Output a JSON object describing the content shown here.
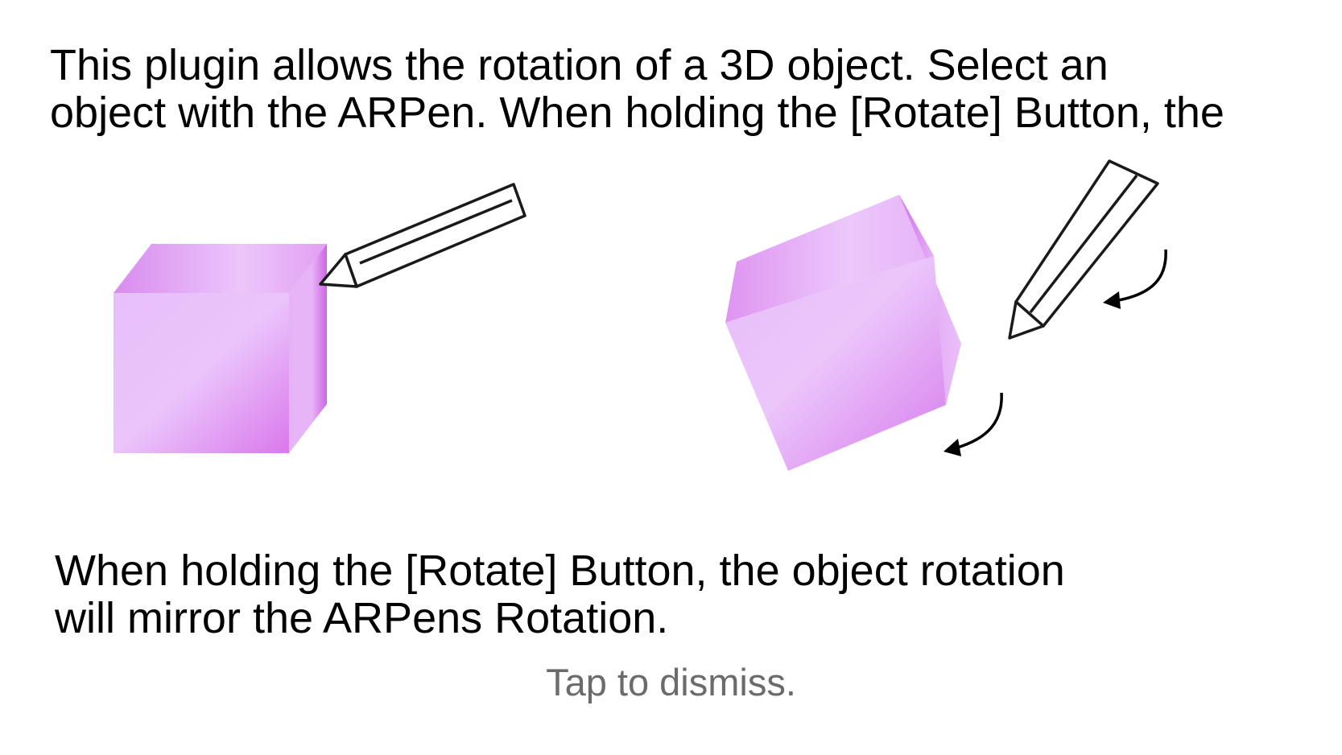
{
  "tutorial": {
    "intro_line1": "This plugin allows the rotation of a 3D object. Select an",
    "intro_line2": "object with the ARPen. When holding the [Rotate] Button, the",
    "rotation_line1": "When holding the [Rotate] Button, the object rotation",
    "rotation_line2": "will mirror the ARPens Rotation.",
    "dismiss_hint": "Tap to dismiss."
  },
  "illustration": {
    "cube_color_light": "#ecc6fb",
    "cube_color_dark": "#d97aec",
    "pen_stroke_color": "#1a1a1a",
    "arrow_color": "#000000",
    "icons": [
      "cube-icon",
      "arpen-icon",
      "rotation-arrow-icon"
    ]
  },
  "colors": {
    "text": "#000000",
    "hint": "#6b6b6b",
    "background": "#ffffff"
  }
}
